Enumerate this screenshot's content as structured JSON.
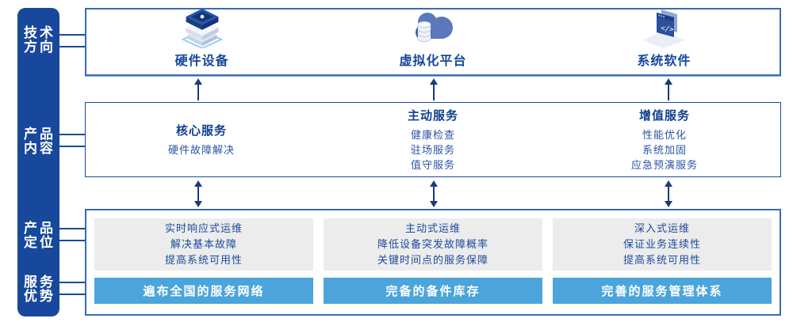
{
  "colors": {
    "primary_blue": "#17489b",
    "border_blue": "#3b6ab5",
    "banner_blue": "#4ba5da",
    "panel_gray": "#ececec",
    "arrow_navy": "#1b3a7a"
  },
  "sidebar": {
    "items": [
      {
        "line1": "技术",
        "line2": "方向"
      },
      {
        "line1": "产品",
        "line2": "内容"
      },
      {
        "line1": "产品",
        "line2": "定位"
      },
      {
        "line1": "服务",
        "line2": "优势"
      }
    ]
  },
  "tech_row": {
    "items": [
      {
        "icon": "server-stack-icon",
        "label": "硬件设备"
      },
      {
        "icon": "cloud-database-icon",
        "label": "虚拟化平台"
      },
      {
        "icon": "code-window-icon",
        "label": "系统软件"
      }
    ]
  },
  "content_row": {
    "columns": [
      {
        "title": "核心服务",
        "items": [
          "硬件故障解决"
        ]
      },
      {
        "title": "主动服务",
        "items": [
          "健康检查",
          "驻场服务",
          "值守服务"
        ]
      },
      {
        "title": "增值服务",
        "items": [
          "性能优化",
          "系统加固",
          "应急预演服务"
        ]
      }
    ]
  },
  "bottom_row": {
    "columns": [
      {
        "lines": [
          "实时响应式运维",
          "解决基本故障",
          "提高系统可用性"
        ],
        "banner": "遍布全国的服务网络"
      },
      {
        "lines": [
          "主动式运维",
          "降低设备突发故障概率",
          "关键时间点的服务保障"
        ],
        "banner": "完备的备件库存"
      },
      {
        "lines": [
          "深入式运维",
          "保证业务连续性",
          "提高系统可用性"
        ],
        "banner": "完善的服务管理体系"
      }
    ]
  }
}
